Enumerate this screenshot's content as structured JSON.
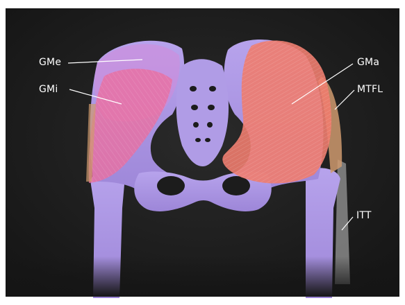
{
  "labels": {
    "gme": "GMe",
    "gmi": "GMi",
    "gma": "GMa",
    "mtfl": "MTFL",
    "itt": "ITT"
  },
  "colors": {
    "background": "#1c1c1c",
    "bone": "#a993e0",
    "gluteus_medius": "#c88ad0",
    "gluteus_minimus": "#e8759b",
    "gluteus_maximus": "#ef8072",
    "tensor_fasciae_latae": "#cf9a6e",
    "iliotibial_tract": "#8a8a8a",
    "label_text": "#ffffff"
  }
}
